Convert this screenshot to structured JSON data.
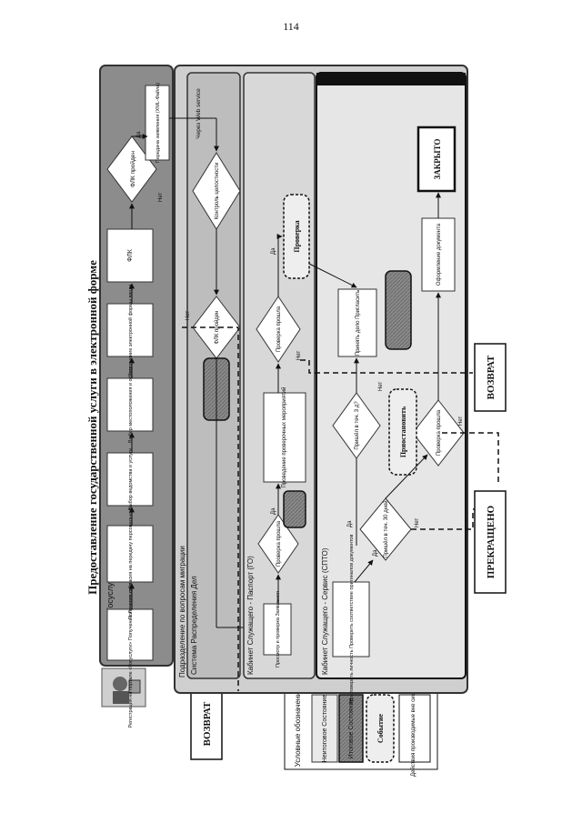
{
  "page_number": "114",
  "title": "Предоставление государственной услуги в электронной форме",
  "lanes": {
    "portal": "Портал Госуслуг",
    "mvd": "Подразделение по вопросам миграции",
    "distribution": "Система Распределения Дел",
    "cabinet_pp": "Кабинет Служащего - Паспорт (ГО)",
    "cabinet_spto": "Кабинет Служащего - Сервис (СПТО)"
  },
  "portal_steps": {
    "reg": "Регистрация на портале «Госуслуги» Получение Личного кабинета авторизация",
    "consent": "Получение согласия на передачу персональных данных",
    "choose_dept": "Выбор ведомства и услуги",
    "choose_loc": "Выбор местоположения и офиса",
    "fill_form": "Заполнение электронной формы ввода",
    "flk": "ФЛК",
    "flk_ok": "ФЛК пройден",
    "send": "Передача заявления (XML-Файла)"
  },
  "web_service": "Через Web service",
  "integrity": "Контроль целостности",
  "flk_ok2": "ФЛК пройден",
  "view_app": "Просмотр и проверка Заявления",
  "check1": "Проверка прошла",
  "check2": "Проверка прошла",
  "checks_box": "Проведение проверочных мероприятий",
  "event_check": "Проверка",
  "spto": {
    "verify": "Удостоверить личность Проверить соответствие оригиналов документов",
    "came_30": "Пришёл в теч. 30 дней",
    "check3": "Проверка прошла",
    "came_3": "Пришёл в теч. 3 д?",
    "suspend": "Приостановить",
    "accept": "Принять дело Пригласить",
    "issue": "Оформление документа",
    "closed": "ЗАКРЫТО"
  },
  "yes": "Да",
  "no": "Нет",
  "return_label": "ВОЗВРАТ",
  "terminated": "ПРЕКРАЩЕНО",
  "legend": {
    "title": "Условные обозначения",
    "intermediate": "Неитоговое Состояние",
    "final": "Итоговое Состояние",
    "event": "Событие",
    "external": "Действия производимые вне системы"
  }
}
